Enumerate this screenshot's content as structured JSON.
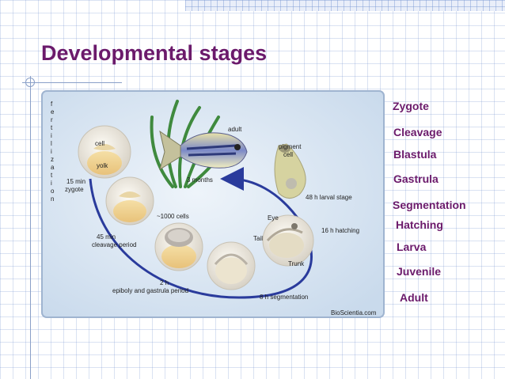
{
  "slide": {
    "title": "Developmental stages"
  },
  "figure": {
    "fertilization": "fertilization",
    "labels": {
      "cell": "cell",
      "yolk": "yolk",
      "zygote_time": "15 min",
      "zygote": "zygote",
      "cleavage_time": "45 min",
      "cleavage": "cleavage period",
      "thousand_cells": "~1000 cells",
      "epiboly_time": "2 h",
      "epiboly": "epiboly and gastrula period",
      "segmentation": "8 h  segmentation",
      "eye": "Eye",
      "tail": "Tail",
      "trunk": "Trunk",
      "hatching": "16 h  hatching",
      "larval": "48 h  larval stage",
      "pigment1": "pigment",
      "pigment2": "cell",
      "adult": "adult",
      "three_months": "3 months",
      "watermark": "BioScientia.com"
    }
  },
  "stages": [
    "Zygote",
    "Cleavage",
    "Blastula",
    "Gastrula",
    "Segmentation",
    "Hatching",
    "Larva",
    "Juvenile",
    "Adult"
  ],
  "colors": {
    "title": "#6b1a6b",
    "panel": "#dbe7f3",
    "panel_border": "#9fb4d0",
    "arrow": "#2a3b9c"
  }
}
